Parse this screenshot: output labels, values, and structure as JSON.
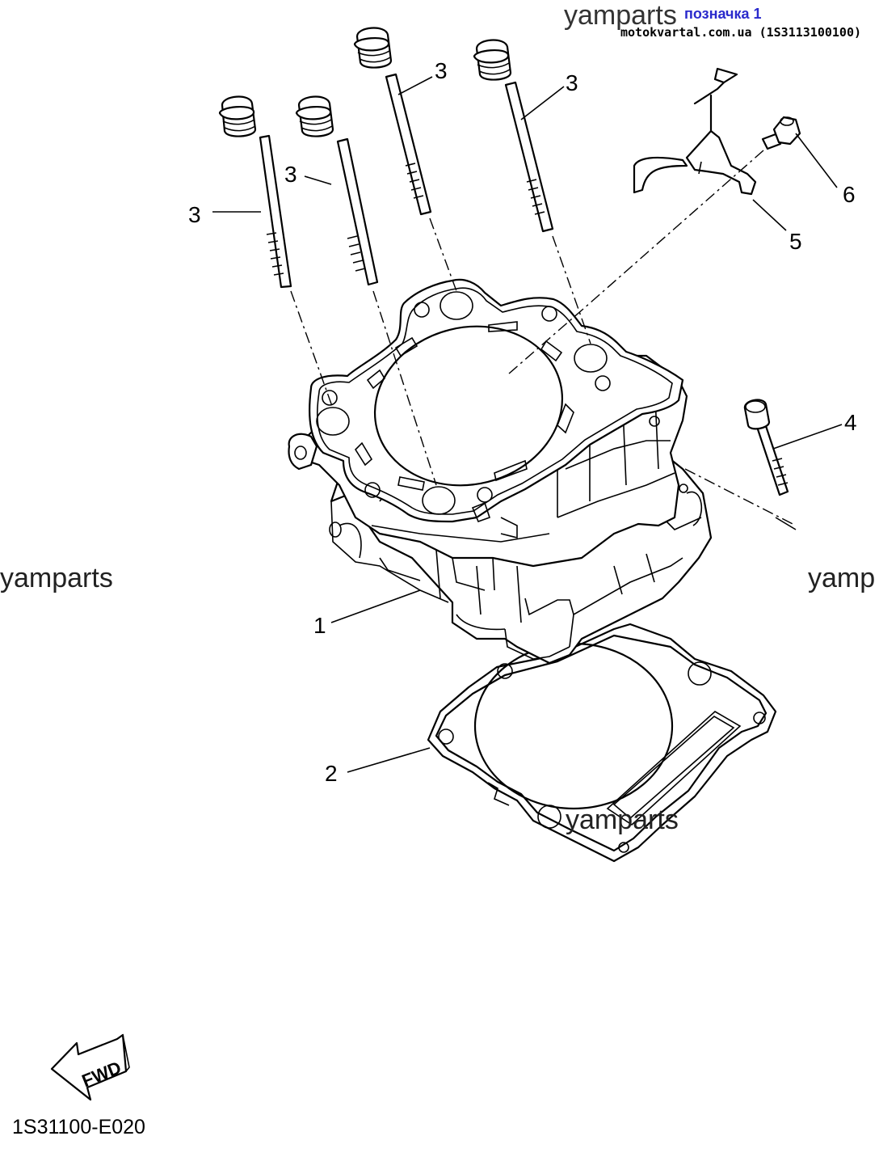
{
  "watermarks": {
    "top": "yamparts",
    "left": "yamparts",
    "right": "yamp",
    "bottom": "yamparts"
  },
  "header": {
    "label": "позначка 1",
    "source": "motokvartal.com.ua (1S3113100100)"
  },
  "callouts": {
    "c1": "1",
    "c2": "2",
    "c3a": "3",
    "c3b": "3",
    "c3c": "3",
    "c3d": "3",
    "c4": "4",
    "c5": "5",
    "c6": "6"
  },
  "fwd_arrow": {
    "label": "FWD"
  },
  "diagram_code": "1S31100-E020"
}
